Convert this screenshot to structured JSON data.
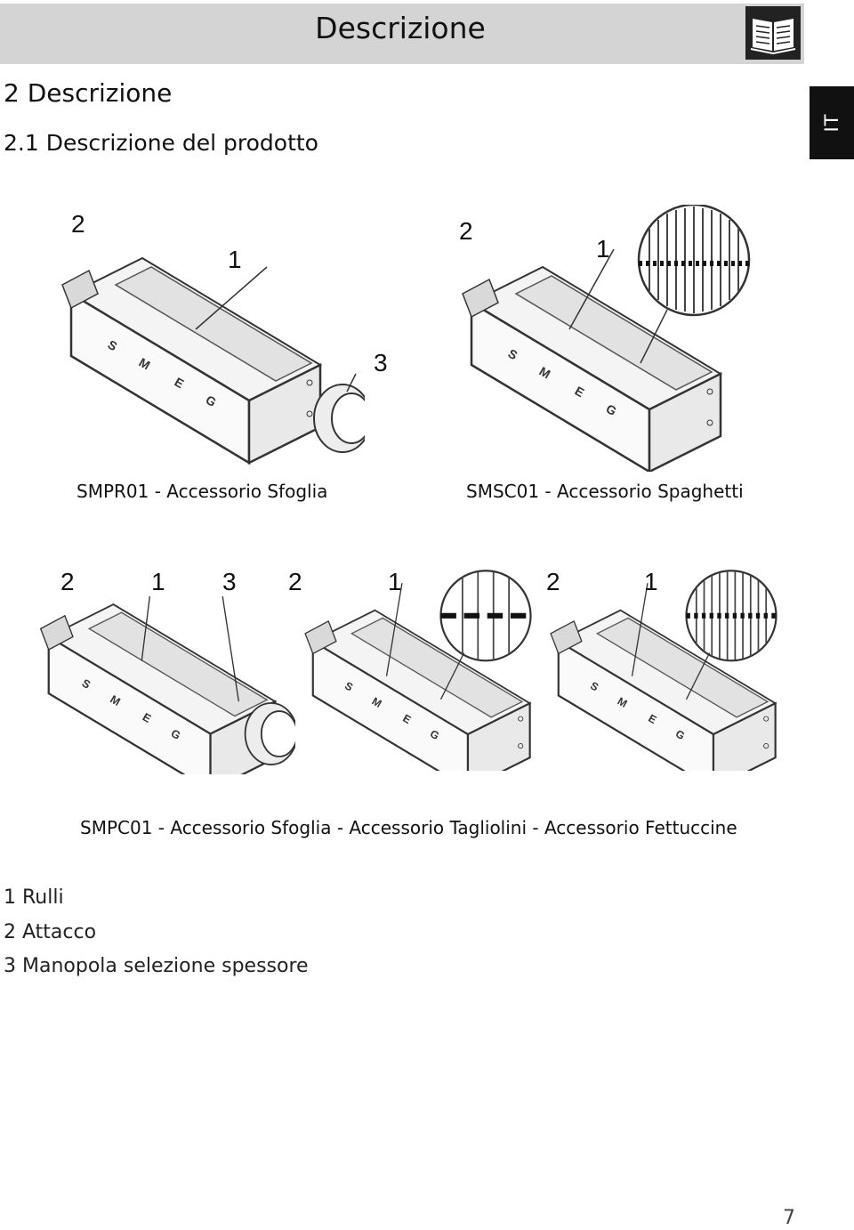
{
  "header": {
    "title": "Descrizione",
    "icon": "book-icon"
  },
  "lang_tab": "IT",
  "section": {
    "title": "2 Descrizione",
    "subtitle": "2.1 Descrizione del prodotto"
  },
  "figures": {
    "smpr01": {
      "caption": "SMPR01 - Accessorio Sfoglia",
      "callouts": [
        "2",
        "1",
        "3"
      ]
    },
    "smsc01": {
      "caption": "SMSC01 - Accessorio Spaghetti",
      "callouts": [
        "2",
        "1"
      ]
    },
    "smpc01": {
      "caption": "SMPC01 - Accessorio Sfoglia - Accessorio Tagliolini - Accessorio Fettuccine",
      "sfoglia_callouts": [
        "2",
        "1",
        "3"
      ],
      "tagliolini_callouts": [
        "2",
        "1"
      ],
      "fettuccine_callouts": [
        "2",
        "1"
      ]
    }
  },
  "legend": [
    "1 Rulli",
    "2 Attacco",
    "3 Manopola selezione spessore"
  ],
  "page_number": "7",
  "colors": {
    "header_bg": "#d4d4d4",
    "tab_bg": "#111111",
    "device_line": "#333333"
  }
}
